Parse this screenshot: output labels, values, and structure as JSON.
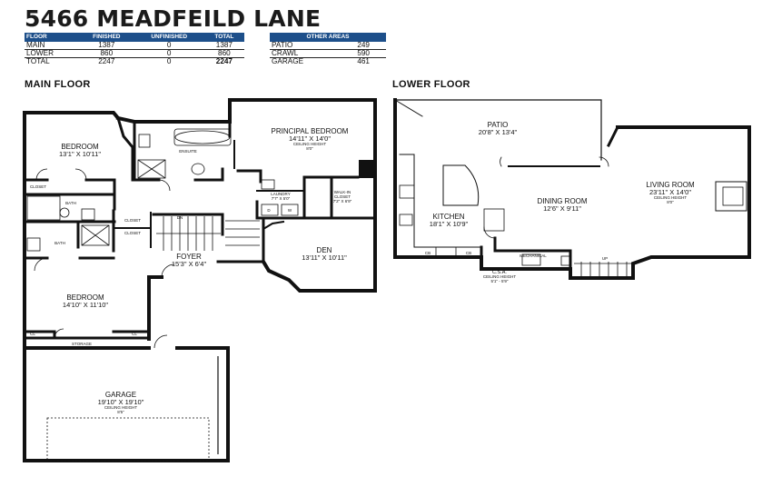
{
  "title": "5466 MEADFEILD LANE",
  "area_table": {
    "headers": [
      "FLOOR",
      "FINISHED",
      "UNFINISHED",
      "TOTAL"
    ],
    "rows": [
      [
        "MAIN",
        "1387",
        "0",
        "1387"
      ],
      [
        "LOWER",
        "860",
        "0",
        "860"
      ],
      [
        "TOTAL",
        "2247",
        "0",
        "2247"
      ]
    ]
  },
  "other_table": {
    "header": "OTHER AREAS",
    "rows": [
      [
        "PATIO",
        "249"
      ],
      [
        "CRAWL",
        "590"
      ],
      [
        "GARAGE",
        "461"
      ]
    ]
  },
  "main_floor": {
    "label": "MAIN FLOOR",
    "principal": {
      "name": "PRINCIPAL BEDROOM",
      "dim": "14'11\" X 14'0\"",
      "note": "CEILING HEIGHT",
      "note2": "8'0\""
    },
    "bedroom1": {
      "name": "BEDROOM",
      "dim": "13'1\" X 10'11\""
    },
    "ensuite": "ENSUITE",
    "closet1": "CLOSET",
    "bath1": "BATH",
    "closet2": "CLOSET",
    "closet3": "CLOSET",
    "bath2": "BATH",
    "laundry": {
      "name": "LAUNDRY",
      "dim": "7'7\" X 5'0\""
    },
    "walkin": {
      "name": "WALK-IN",
      "name2": "CLOSET",
      "dim": "7'2\" X 6'9\""
    },
    "dryer": "D",
    "washer": "W",
    "dn": "DN",
    "foyer": {
      "name": "FOYER",
      "dim": "15'3\" X 6'4\""
    },
    "den": {
      "name": "DEN",
      "dim": "13'11\" X 10'11\""
    },
    "bedroom2": {
      "name": "BEDROOM",
      "dim": "14'10\" X 11'10\""
    },
    "cl1": "CL",
    "cl2": "CL",
    "storage": "STORAGE",
    "garage": {
      "name": "GARAGE",
      "dim": "19'10\" X 19'10\"",
      "note": "CEILING HEIGHT",
      "note2": "8'5\""
    }
  },
  "lower_floor": {
    "label": "LOWER FLOOR",
    "patio": {
      "name": "PATIO",
      "dim": "20'8\" X 13'4\""
    },
    "living": {
      "name": "LIVING ROOM",
      "dim": "23'11\" X 14'0\"",
      "note": "CEILING HEIGHT",
      "note2": "8'0\""
    },
    "dining": {
      "name": "DINING ROOM",
      "dim": "12'6\" X 9'11\""
    },
    "kitchen": {
      "name": "KITCHEN",
      "dim": "18'1\" X 10'9\""
    },
    "cb1": "CB",
    "cb2": "CB",
    "mechanical": "MECHANICAL",
    "up": "UP",
    "csa": {
      "name": "C.S.A.",
      "note": "CEILING HEIGHT",
      "note2": "5'1\" - 5'9\""
    }
  }
}
